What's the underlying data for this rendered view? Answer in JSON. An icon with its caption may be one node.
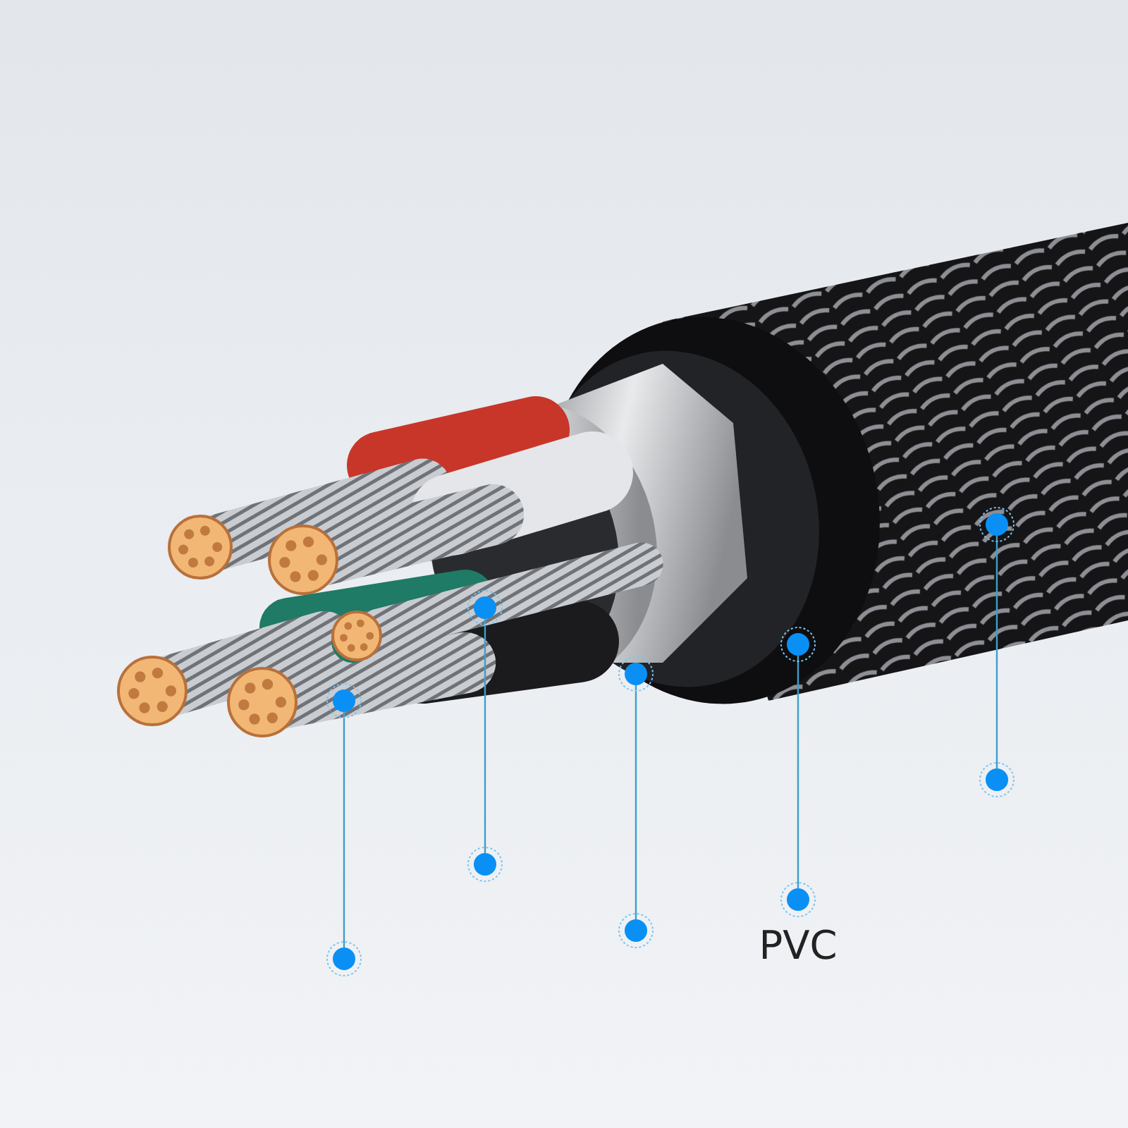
{
  "diagram": {
    "nodes": [
      {
        "text": [],
        "shape": "circle"
      },
      {
        "text": [],
        "shape": "circle"
      },
      {
        "text": [],
        "shape": "circle"
      },
      {
        "text": [],
        "shape": "circle"
      },
      {
        "text": [],
        "shape": "circle"
      },
      {
        "text": [],
        "shape": "circle"
      },
      {
        "text": [],
        "shape": "circle"
      },
      {
        "text": [],
        "shape": "circle"
      },
      {
        "text": [],
        "shape": "circle",
        "beside": [
          "PVC"
        ]
      },
      {
        "text": [],
        "shape": "circle"
      }
    ],
    "edges": [
      {
        "from": 0,
        "to": 5,
        "arrow": "none"
      },
      {
        "from": 1,
        "to": 6,
        "arrow": "none"
      },
      {
        "from": 2,
        "to": 7,
        "arrow": "none"
      },
      {
        "from": 3,
        "to": 8,
        "arrow": "none"
      },
      {
        "from": 4,
        "to": 9,
        "arrow": "none"
      }
    ]
  }
}
